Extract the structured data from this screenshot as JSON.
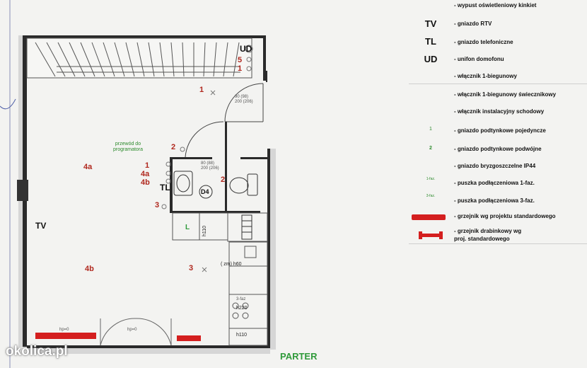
{
  "plan": {
    "title": "PARTER",
    "rooms": {
      "r1": "1",
      "r4a": "4a",
      "r4b": "4b",
      "r3": "3"
    },
    "bath": {
      "c2a": "2",
      "c1": "1",
      "c4a": "4a",
      "c4b": "4b",
      "c3": "3",
      "c2b": "2",
      "tl": "TL",
      "door": "D4",
      "dim": "80 (88)\n200 (206)",
      "l": "L",
      "h110": "h110"
    },
    "entrance": {
      "ud": "UD",
      "n5": "5",
      "n1": "1",
      "dim": "90 (98)\n200 (206)"
    },
    "wall_tv": "TV",
    "programmer": "przewód do\nprogramatora",
    "kitchen": {
      "zm_h60": "( zm) h60",
      "h220": "h220",
      "h110": "h110",
      "faz": "3-faz"
    },
    "lower": {
      "r3": "3"
    },
    "radiator_label_1": "hp=0",
    "radiator_label_2": "hp=0"
  },
  "legend": {
    "items": [
      {
        "symbol": "",
        "label": "- wypust oświetleniowy kinkiet"
      },
      {
        "symbol": "TV",
        "label": "- gniazdo RTV"
      },
      {
        "symbol": "TL",
        "label": "- gniazdo telefoniczne"
      },
      {
        "symbol": "UD",
        "label": "- unifon domofonu"
      },
      {
        "symbol": "",
        "label": "- włącznik 1-biegunowy"
      },
      {
        "symbol": "",
        "label": "- włącznik 1-biegunowy świecznikowy"
      },
      {
        "symbol": "",
        "label": "- włącznik instalacyjny schodowy"
      },
      {
        "symbol": "1",
        "label": "- gniazdo podtynkowe pojedyncze"
      },
      {
        "symbol": "2",
        "label": "- gniazdo podtynkowe podwójne"
      },
      {
        "symbol": "",
        "label": "- gniazdo bryzgoszczelne IP44"
      },
      {
        "symbol": "1-faz.",
        "label": "- puszka podłączeniowa 1-faz."
      },
      {
        "symbol": "3-faz.",
        "label": "- puszka podłączeniowa 3-faz."
      },
      {
        "symbol": "",
        "label": "- grzejnik wg projektu  standardowego"
      },
      {
        "symbol": "",
        "label": "- grzejnik drabinkowy wg\nproj. standardowego"
      }
    ]
  },
  "watermark": "okolica.pl",
  "colors": {
    "wall": "#2a2a2a",
    "hatch": "#9a9a9a",
    "red_number": "#b0281e",
    "radiator": "#d41f1f",
    "green": "#2f9a3a"
  }
}
